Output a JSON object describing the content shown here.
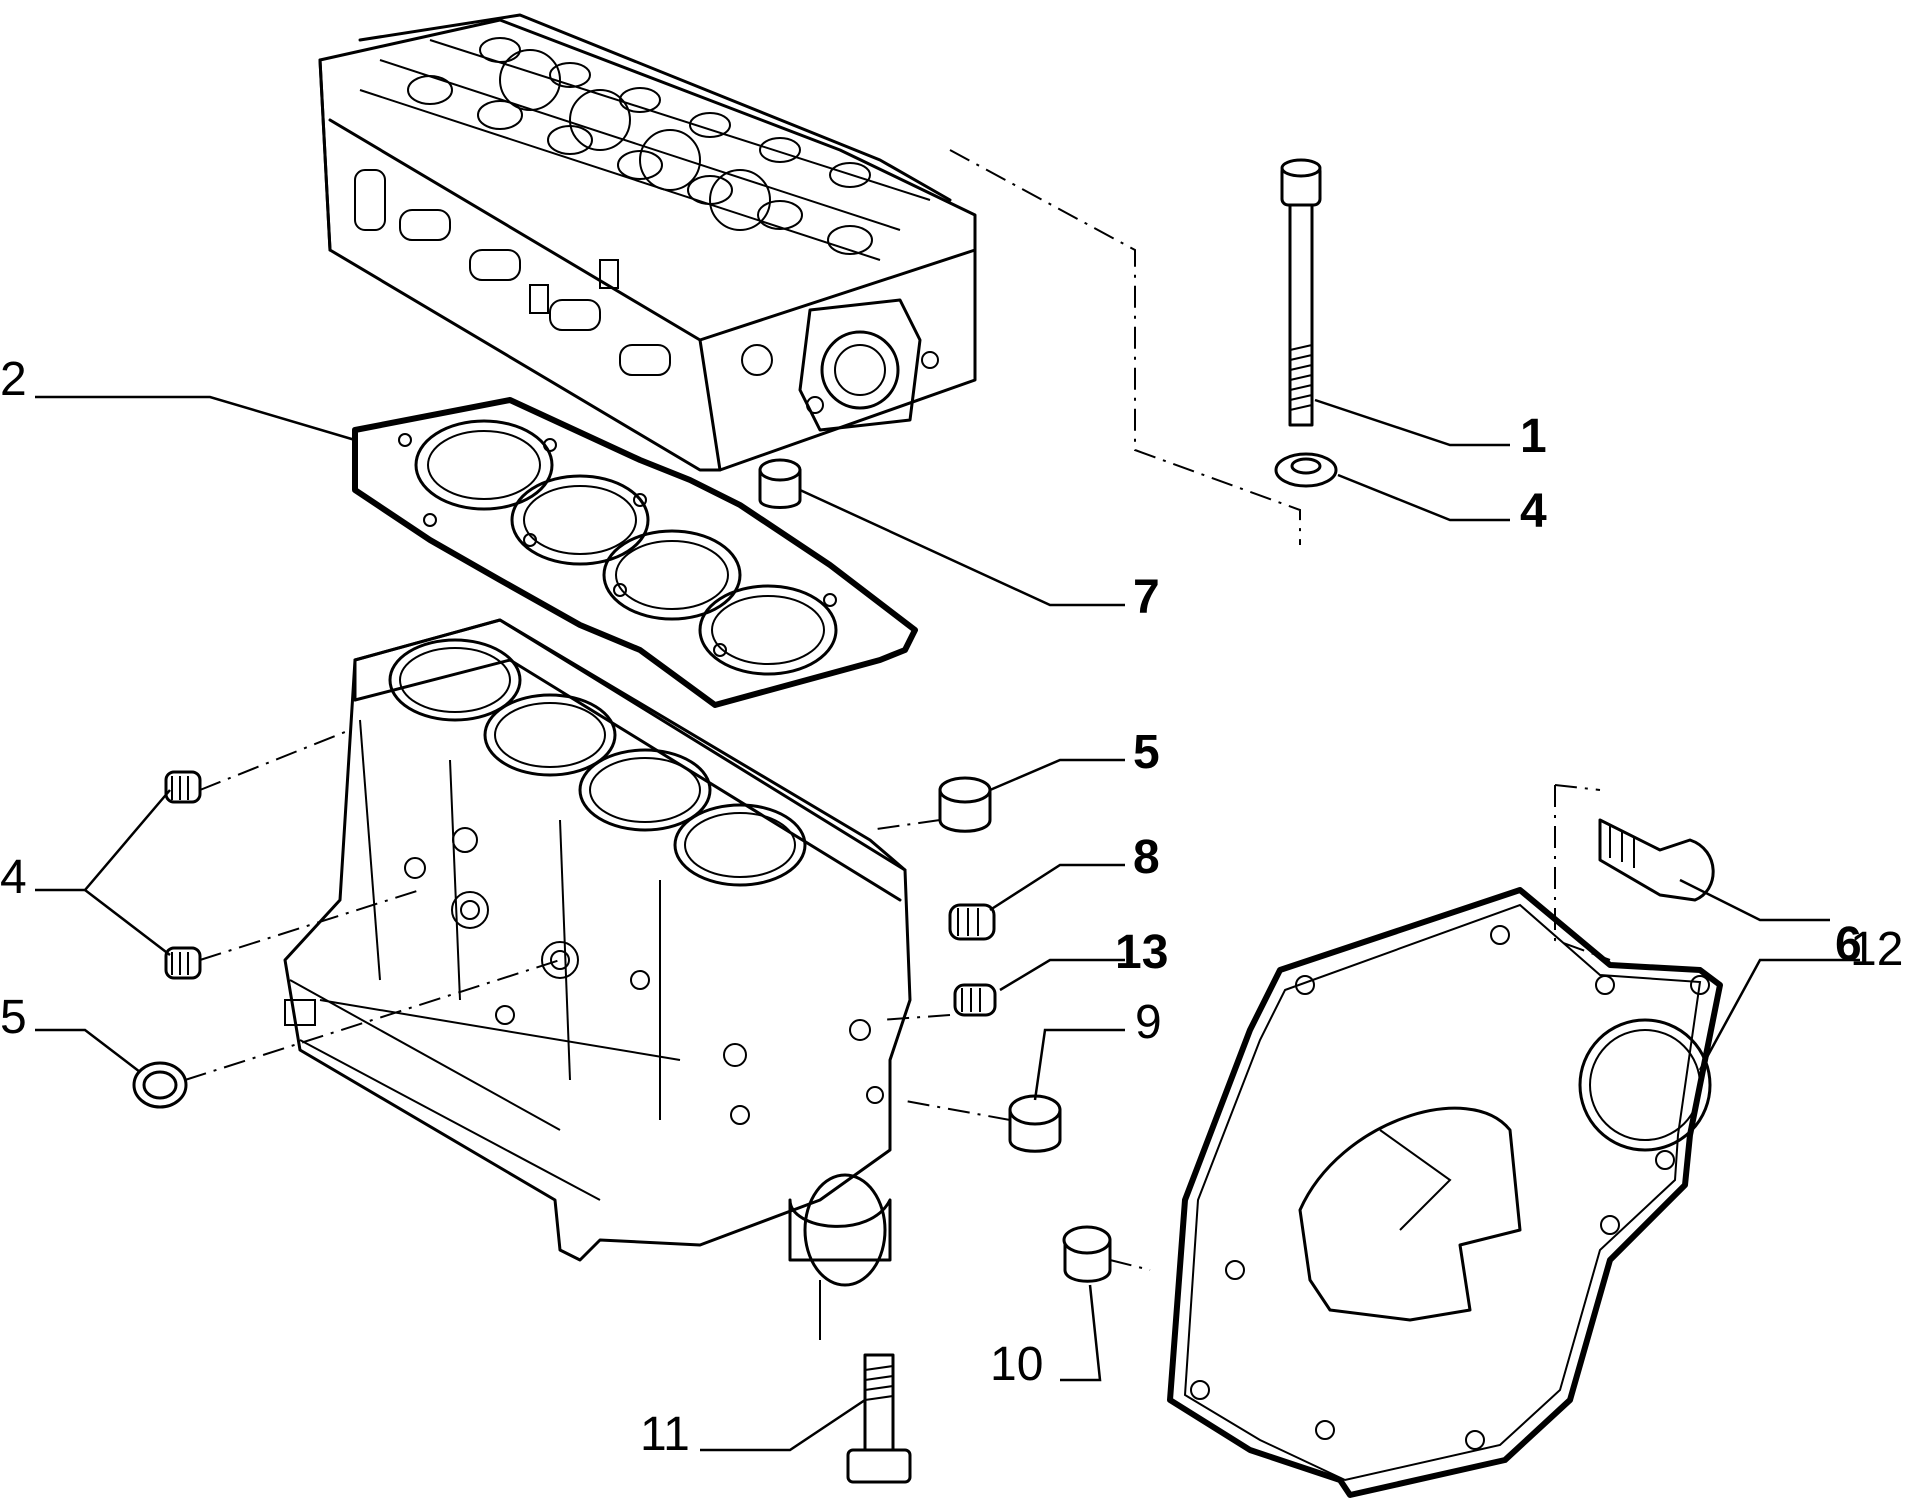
{
  "callouts": {
    "c1": "1",
    "c2": "2",
    "c4_top": "4",
    "c4_left": "4",
    "c5_right": "5",
    "c5_left": "5",
    "c6": "6",
    "c7": "7",
    "c8": "8",
    "c9": "9",
    "c10": "10",
    "c11": "11",
    "c12": "12",
    "c13": "13"
  },
  "colors": {
    "ink": "#000000",
    "paper": "#ffffff"
  }
}
